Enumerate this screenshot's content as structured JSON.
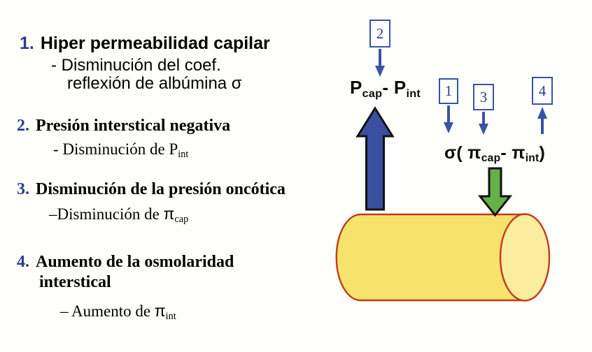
{
  "slide": {
    "background_color": "#fefefa",
    "title_accent_color": "#2b3d8f"
  },
  "list": {
    "items": [
      {
        "number": "1.",
        "title": "Hiper permeabilidad capilar",
        "sub_line_1": "- Disminución del coef.",
        "sub_line_2": "reflexión de albúmina σ"
      },
      {
        "number": "2.",
        "title": "Presión interstical negativa",
        "sub_prefix": "-  Disminución de P",
        "sub_subscript": "int"
      },
      {
        "number": "3.",
        "title": "Disminución de la presión oncótica",
        "sub_prefix": "–Disminución de ",
        "sub_symbol": "π",
        "sub_subscript": "cap"
      },
      {
        "number": "4.",
        "title_line_1": "Aumento de la osmolaridad",
        "title_line_2": "interstical",
        "sub_prefix": "–  Aumento de ",
        "sub_symbol": "π",
        "sub_subscript": "int"
      }
    ]
  },
  "diagram": {
    "boxes": [
      {
        "id": "box-2",
        "label": "2",
        "arrow": "down"
      },
      {
        "id": "box-1",
        "label": "1",
        "arrow": "down"
      },
      {
        "id": "box-3",
        "label": "3",
        "arrow": "down"
      },
      {
        "id": "box-4",
        "label": "4",
        "arrow": "up"
      }
    ],
    "formula_pressure": {
      "p_symbol": "P",
      "cap_subscript": "cap",
      "minus": "-",
      "p_symbol_2": "P",
      "int_subscript": "int"
    },
    "formula_oncotic": {
      "sigma_open": "σ(",
      "pi_symbol": "π",
      "cap_subscript": "cap",
      "minus": "-",
      "pi_symbol_2": "π",
      "int_subscript": "int",
      "close": ")"
    },
    "arrows": {
      "big_blue_label": "hydrostatic-pressure-arrow-up",
      "green_label": "oncotic-pressure-arrow-down"
    },
    "capillary_label": "capillary-vessel",
    "colors": {
      "box_border": "#3a53a4",
      "box_text": "#2b3d8f",
      "small_arrow": "#3a53a4",
      "big_arrow_fill": "#3a4fa0",
      "big_arrow_stroke": "#111111",
      "green_arrow_fill": "#66b048",
      "green_arrow_stroke": "#111111",
      "capillary_fill": "#f7e36b",
      "capillary_cap_fill": "#faee9e",
      "capillary_stroke": "#c43a1a"
    }
  }
}
